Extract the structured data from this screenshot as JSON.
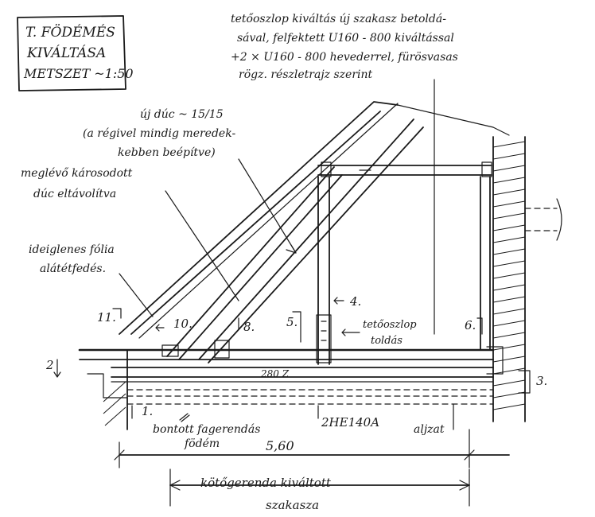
{
  "title_block": {
    "line1": "T. FÖDÉMÉS",
    "line2": "KIVÁLTÁSA",
    "line3": "METSZET ~1:50"
  },
  "top_note": {
    "line1": "tetőoszlop kiváltás új szakasz betoldá-",
    "line2": "sával, felfektett U160 - 800 kiváltással",
    "line3": "+2 × U160 - 800 hevederrel, fürösvasas",
    "line4": "rögz. részletrajz szerint"
  },
  "new_strut_note": {
    "line1": "új dúc ~ 15/15",
    "line2": "(a régivel mindig meredek-",
    "line3": "kebben beépítve)"
  },
  "existing_strut_note": {
    "line1": "meglévő károsodott",
    "line2": "dúc eltávolítva"
  },
  "foil_note": {
    "line1": "ideiglenes fólia",
    "line2": "alátétfedés."
  },
  "markers": {
    "m1": "1.",
    "m2": "2",
    "m3": "3.",
    "m4": "4.",
    "m5": "5.",
    "m6": "6.",
    "m8": "8.",
    "m10": "10.",
    "m11": "11."
  },
  "post_extension_note": {
    "line1": "tetőoszlop",
    "line2": "toldás"
  },
  "beam_tag": "280 Z",
  "labels": {
    "floor_line1": "bontott fagerendás",
    "floor_line2": "födém",
    "beam_profile": "2HE140A",
    "wall": "aljzat",
    "span_dim": "5,60",
    "tie_beam_line1": "kötőgerenda kiváltott",
    "tie_beam_line2": "szakasza"
  }
}
